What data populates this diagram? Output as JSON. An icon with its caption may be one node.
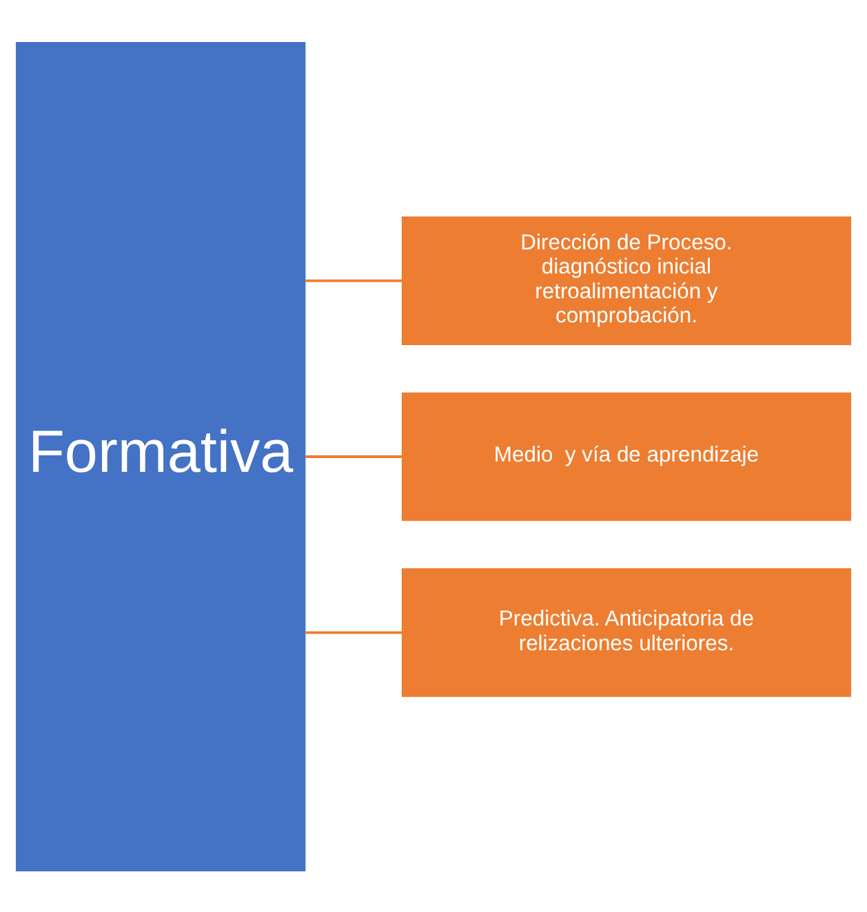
{
  "diagram": {
    "nodes": [
      {
        "text": [
          "Formativa"
        ]
      },
      {
        "text": [
          "Dirección de Proceso. diagnóstico inicial retroalimentación y comprobación."
        ]
      },
      {
        "text": [
          "Medio  y vía de aprendizaje"
        ]
      },
      {
        "text": [
          "Predictiva. Anticipatoria de relizaciones ulteriores."
        ]
      }
    ],
    "edges": [
      {
        "from": 0,
        "to": 1,
        "arrow": "none"
      },
      {
        "from": 0,
        "to": 2,
        "arrow": "none"
      },
      {
        "from": 0,
        "to": 3,
        "arrow": "none"
      }
    ]
  }
}
